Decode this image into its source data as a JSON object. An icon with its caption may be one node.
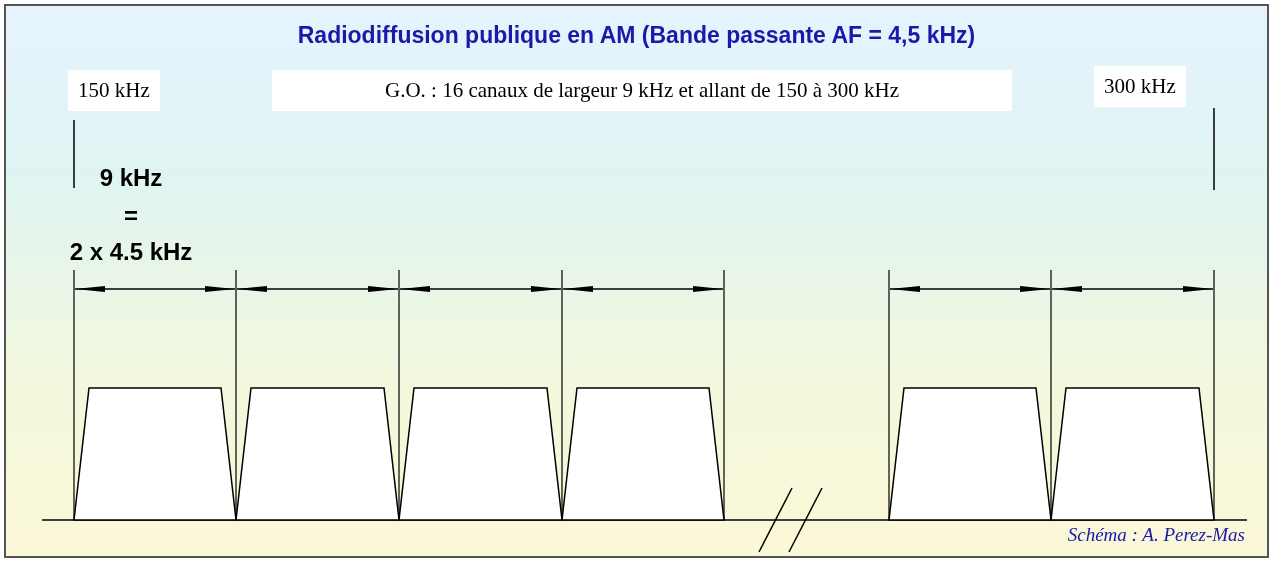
{
  "diagram": {
    "title": "Radiodiffusion publique en AM (Bande passante AF = 4,5 kHz)",
    "labels": [
      "150 kHz",
      "G.O. : 16 canaux de largeur 9 kHz et allant de 150 à 300 kHz",
      "300 kHz",
      "9 kHz",
      "=",
      "2 x 4.5 kHz"
    ],
    "caption": "Schéma : A. Perez-Mas"
  }
}
